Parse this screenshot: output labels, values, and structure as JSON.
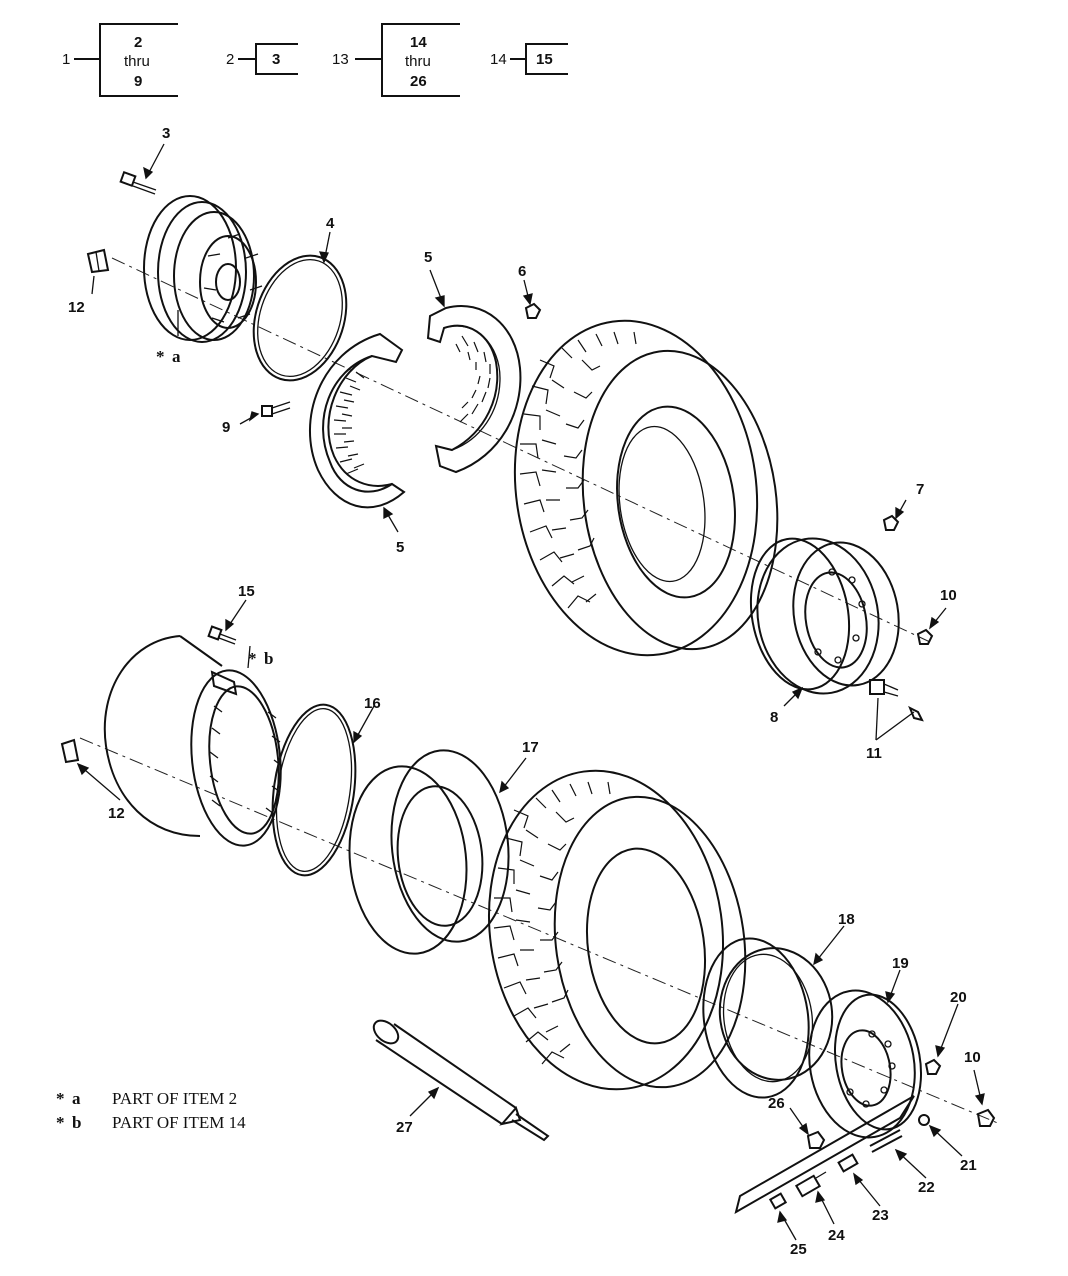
{
  "legend_boxes": [
    {
      "parent": "1",
      "lines": [
        "2",
        "thru",
        "9"
      ]
    },
    {
      "parent": "2",
      "lines": [
        "3"
      ]
    },
    {
      "parent": "13",
      "lines": [
        "14",
        "thru",
        "26"
      ]
    },
    {
      "parent": "14",
      "lines": [
        "15"
      ]
    }
  ],
  "callouts": {
    "c3": "3",
    "c4": "4",
    "c5a": "5",
    "c5b": "5",
    "c6": "6",
    "c7": "7",
    "c8": "8",
    "c9": "9",
    "c10a": "10",
    "c10b": "10",
    "c11": "11",
    "c12a": "12",
    "c12b": "12",
    "c15": "15",
    "c16": "16",
    "c17": "17",
    "c18": "18",
    "c19": "19",
    "c20": "20",
    "c21": "21",
    "c22": "22",
    "c23": "23",
    "c24": "24",
    "c25": "25",
    "c26": "26",
    "c27": "27"
  },
  "marks": {
    "a_star": "*",
    "a_letter": "a",
    "b_star": "*",
    "b_letter": "b"
  },
  "notes": [
    {
      "star": "*",
      "letter": "a",
      "text": "PART OF ITEM  2"
    },
    {
      "star": "*",
      "letter": "b",
      "text": "PART OF ITEM  14"
    }
  ]
}
